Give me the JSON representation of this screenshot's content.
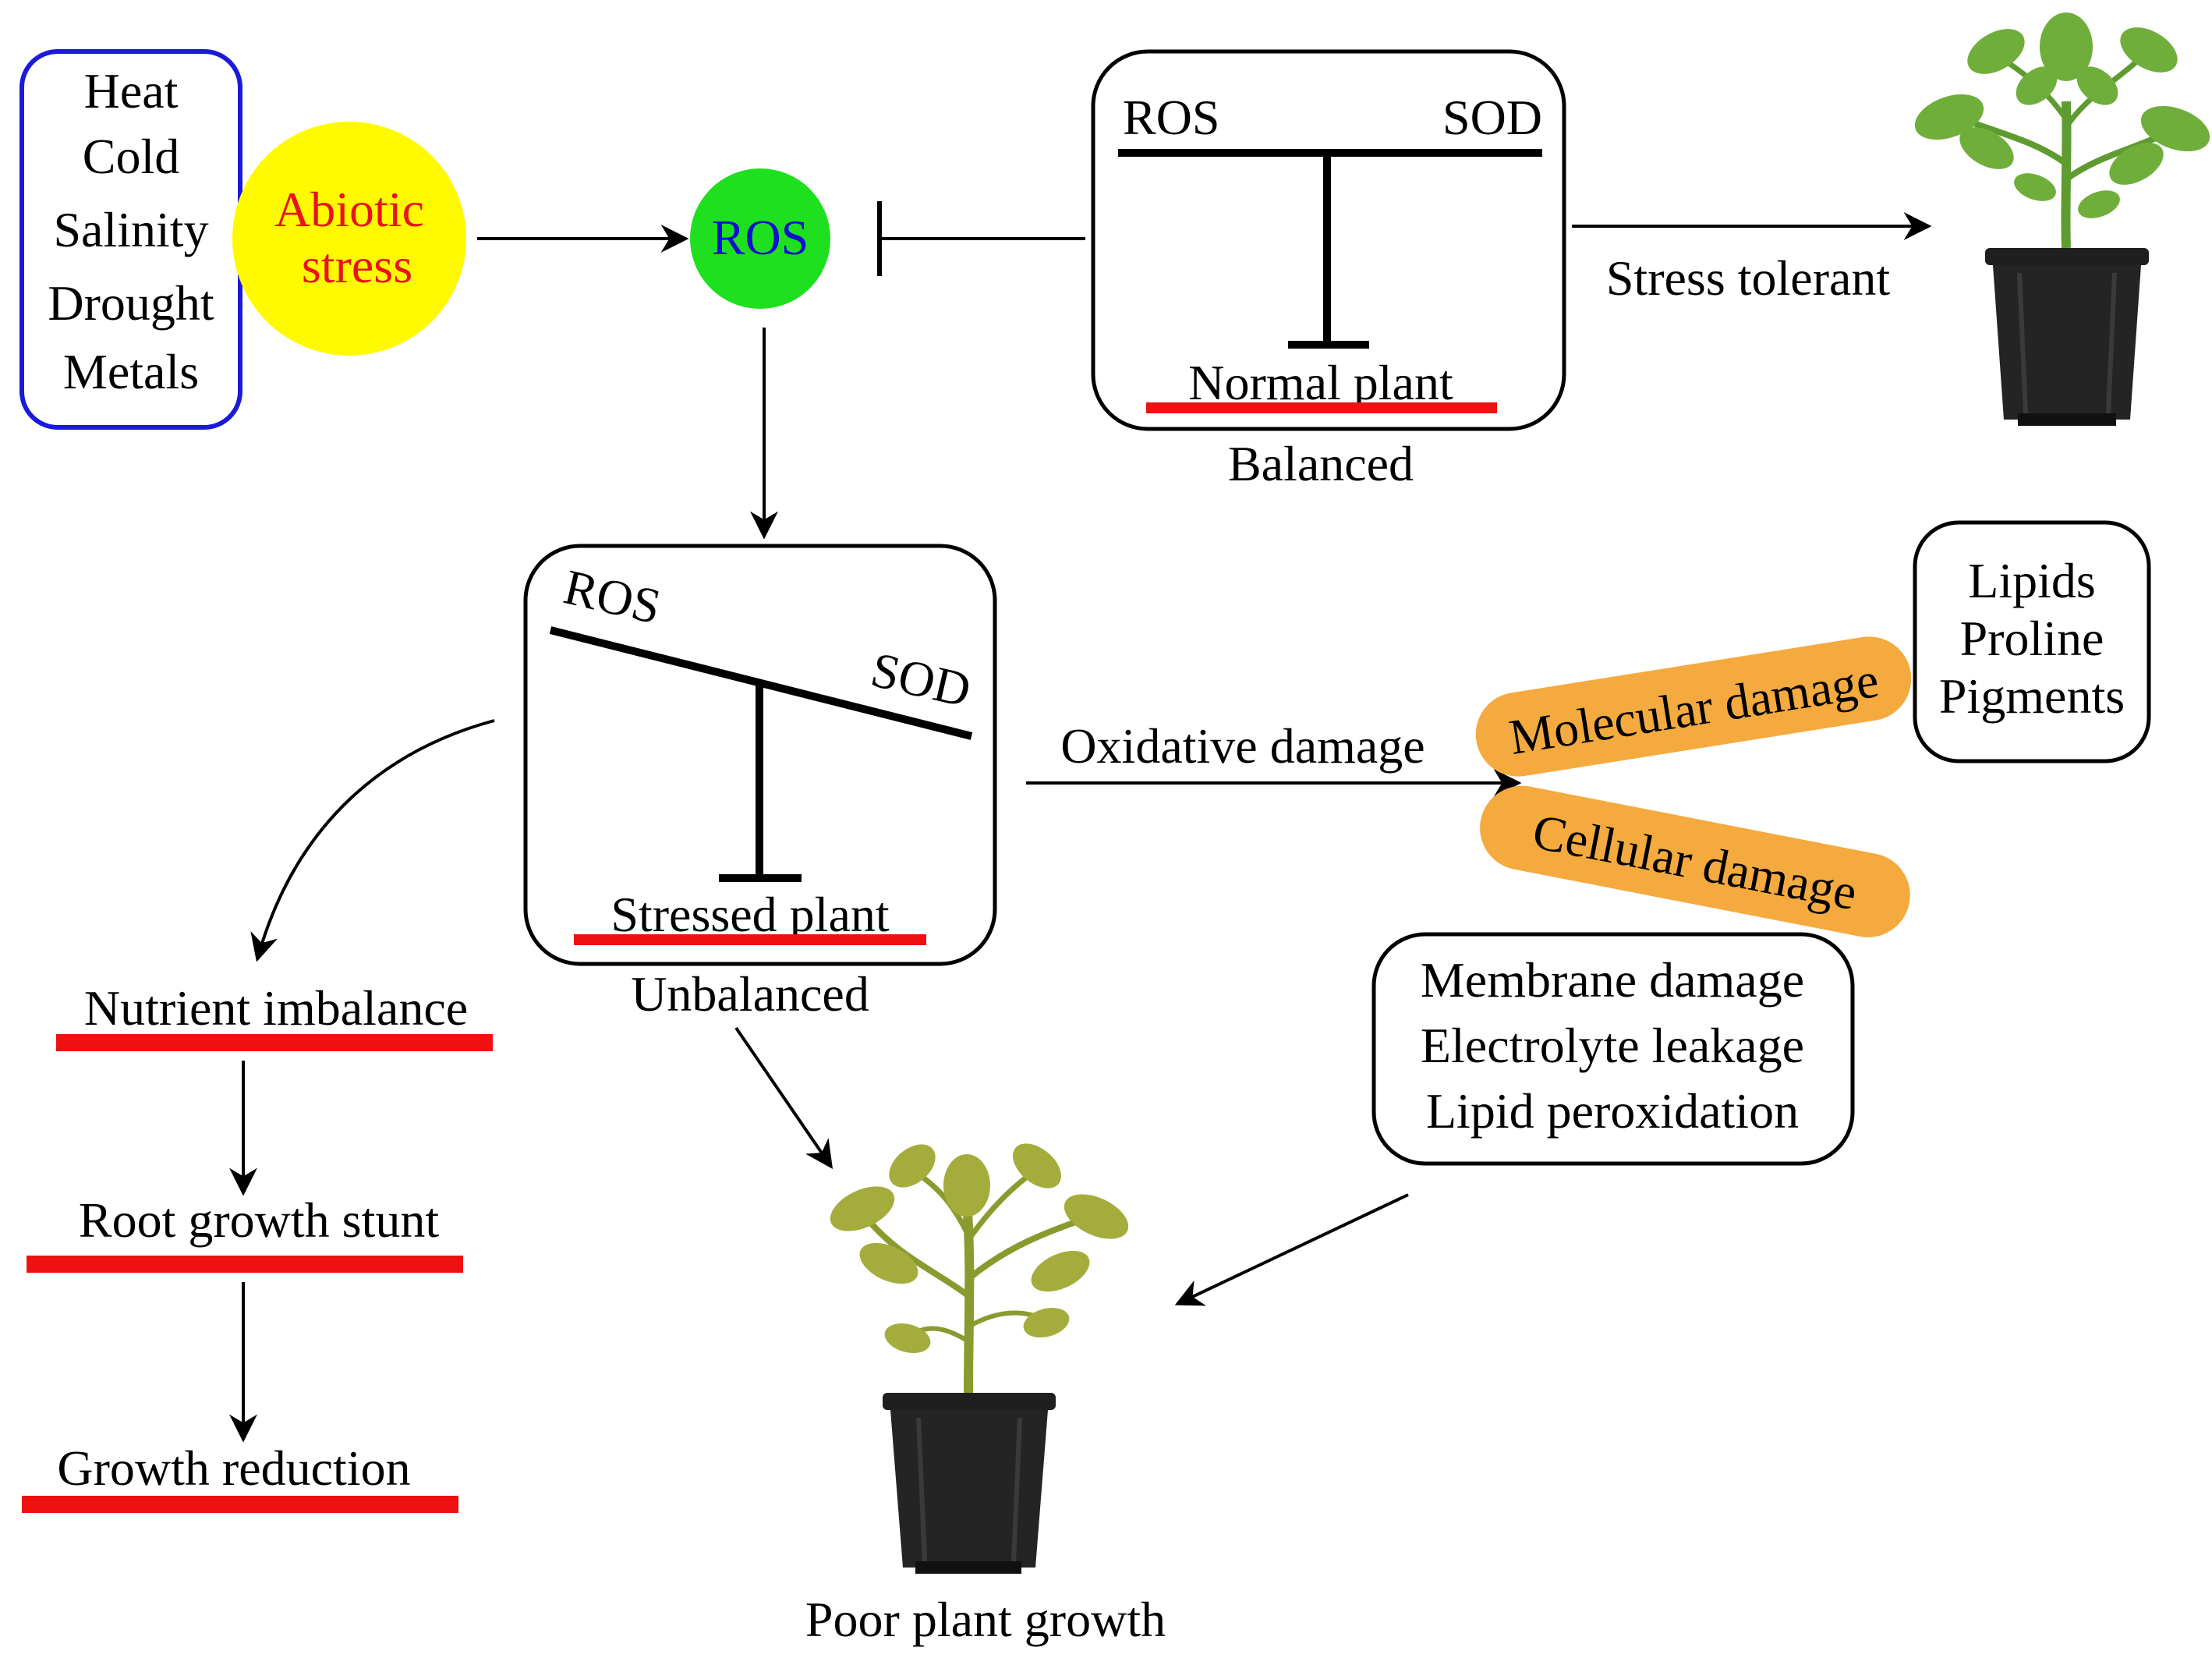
{
  "stress_factors": [
    "Heat",
    "Cold",
    "Salinity",
    "Drought",
    "Metals"
  ],
  "abiotic_stress": {
    "line1": "Abiotic",
    "line2": "stress"
  },
  "ros_node": "ROS",
  "balanced_box": {
    "left_label": "ROS",
    "right_label": "SOD",
    "plant_label": "Normal plant",
    "caption": "Balanced"
  },
  "unbalanced_box": {
    "left_label": "ROS",
    "right_label": "SOD",
    "plant_label": "Stressed plant",
    "caption": "Unbalanced"
  },
  "stress_tolerant": "Stress tolerant",
  "oxidative_damage": "Oxidative damage",
  "molecular_damage": "Molecular damage",
  "cellular_damage": "Cellular damage",
  "molecular_targets": [
    "Lipids",
    "Proline",
    "Pigments"
  ],
  "cellular_effects": [
    "Membrane damage",
    "Electrolyte leakage",
    "Lipid peroxidation"
  ],
  "growth_chain": [
    "Nutrient imbalance",
    "Root growth stunt",
    "Growth reduction"
  ],
  "poor_growth": "Poor plant growth",
  "colors": {
    "stress_box_border": "#1a1adb",
    "abiotic_fill": "#fffa00",
    "abiotic_text": "#e8141c",
    "ros_fill": "#1ee01e",
    "ros_text": "#1010d0",
    "underline_red": "#ee1111",
    "damage_pill": "#f4aa3e",
    "healthy_leaf": "#6fae3a",
    "stressed_leaf": "#a4ad3c",
    "pot": "#1f1f1f"
  }
}
